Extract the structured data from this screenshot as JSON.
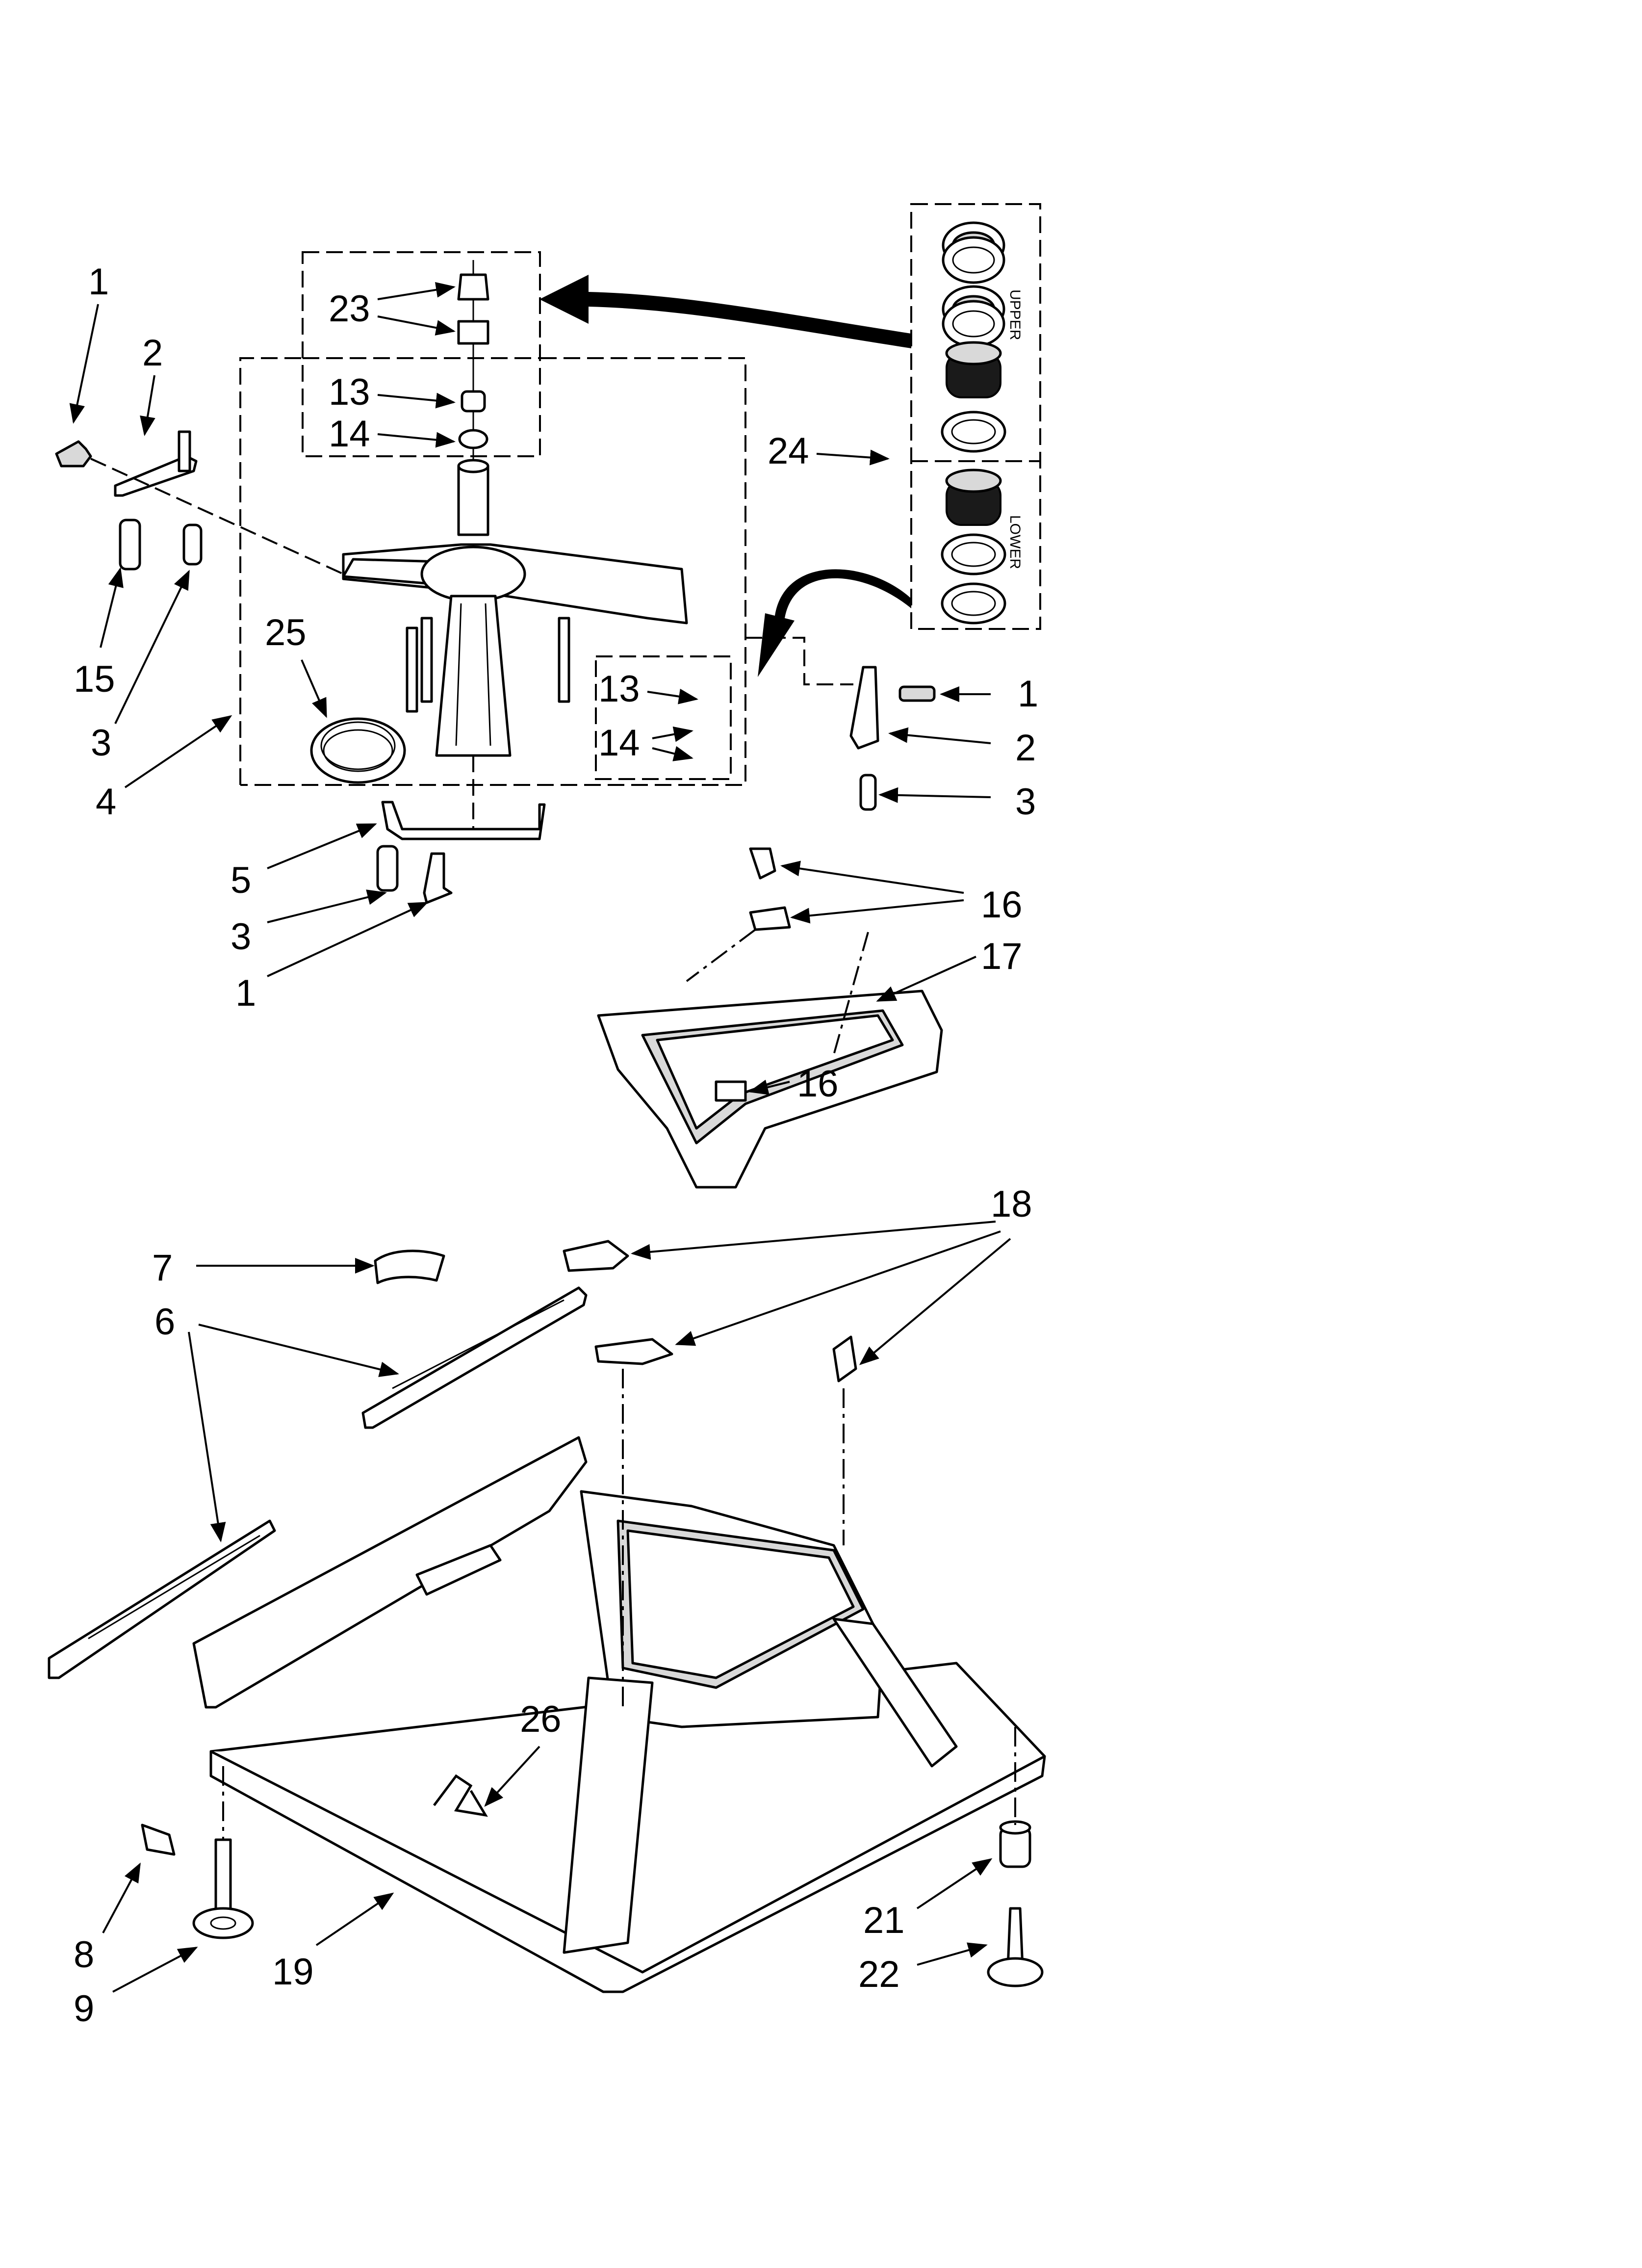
{
  "diagram": {
    "callouts": [
      {
        "id": "c1a",
        "text": "1"
      },
      {
        "id": "c2a",
        "text": "2"
      },
      {
        "id": "c15",
        "text": "15"
      },
      {
        "id": "c3a",
        "text": "3"
      },
      {
        "id": "c4",
        "text": "4"
      },
      {
        "id": "c25",
        "text": "25"
      },
      {
        "id": "c23",
        "text": "23"
      },
      {
        "id": "c13a",
        "text": "13"
      },
      {
        "id": "c14a",
        "text": "14"
      },
      {
        "id": "c24",
        "text": "24"
      },
      {
        "id": "c13b",
        "text": "13"
      },
      {
        "id": "c14b",
        "text": "14"
      },
      {
        "id": "c1b",
        "text": "1"
      },
      {
        "id": "c2b",
        "text": "2"
      },
      {
        "id": "c3b",
        "text": "3"
      },
      {
        "id": "c5",
        "text": "5"
      },
      {
        "id": "c3c",
        "text": "3"
      },
      {
        "id": "c1c",
        "text": "1"
      },
      {
        "id": "c16a",
        "text": "16"
      },
      {
        "id": "c17",
        "text": "17"
      },
      {
        "id": "c16b",
        "text": "16"
      },
      {
        "id": "c18",
        "text": "18"
      },
      {
        "id": "c7",
        "text": "7"
      },
      {
        "id": "c6",
        "text": "6"
      },
      {
        "id": "c26",
        "text": "26"
      },
      {
        "id": "c8",
        "text": "8"
      },
      {
        "id": "c9",
        "text": "9"
      },
      {
        "id": "c19",
        "text": "19"
      },
      {
        "id": "c21",
        "text": "21"
      },
      {
        "id": "c22",
        "text": "22"
      }
    ],
    "kit_labels": {
      "upper": "UPPER",
      "lower": "LOWER"
    }
  }
}
